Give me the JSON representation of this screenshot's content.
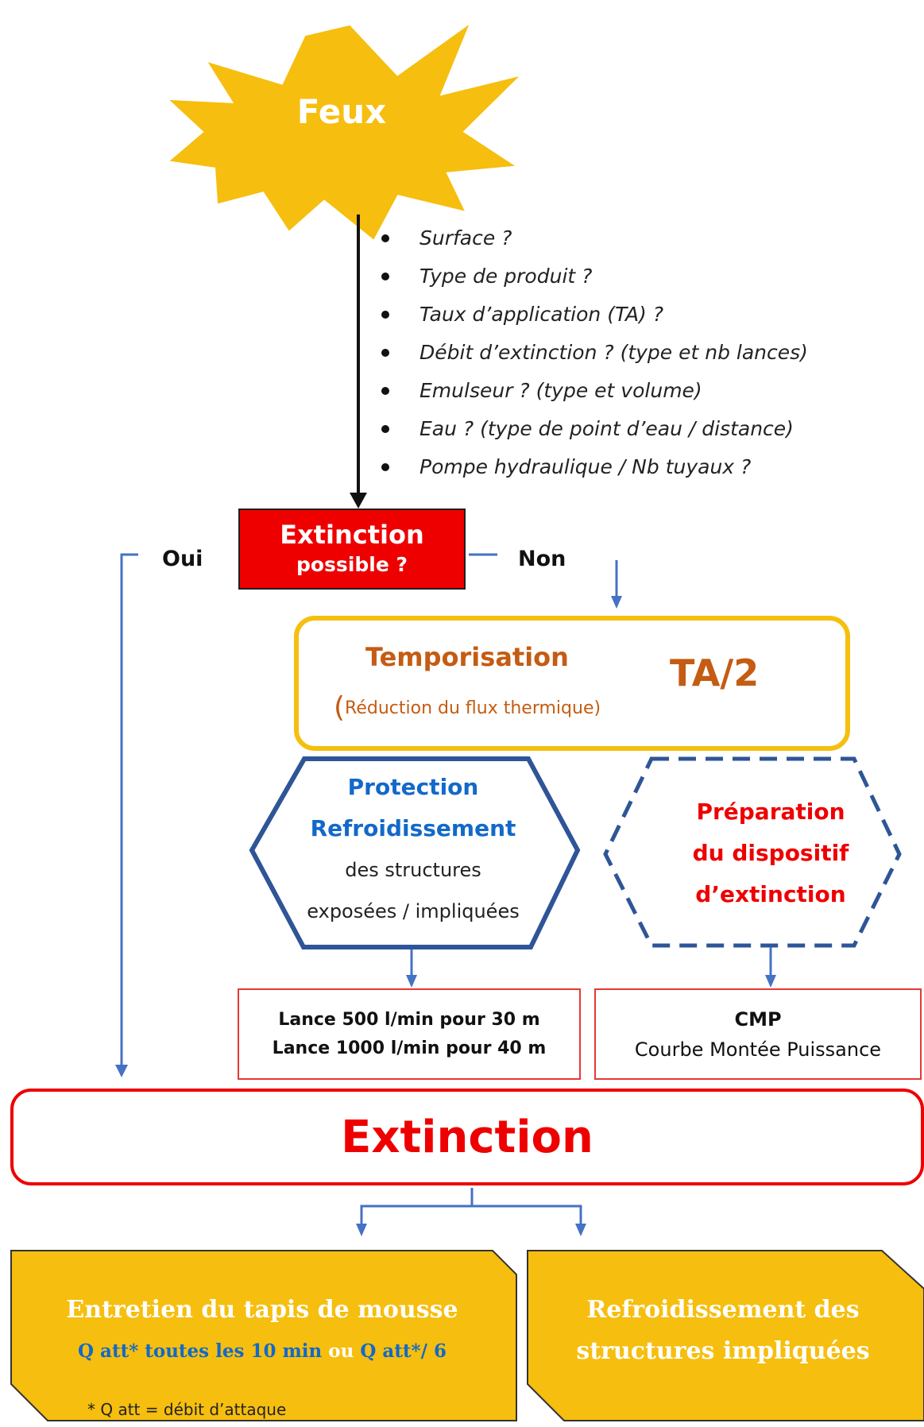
{
  "fire": {
    "label": "Feux"
  },
  "questions": [
    "Surface ?",
    "Type de produit  ?",
    "Taux d’application (TA) ?",
    "Débit d’extinction ? (type et nb lances)",
    "Emulseur ? (type et volume)",
    "Eau ?  (type de point d’eau / distance)",
    "Pompe hydraulique / Nb tuyaux ?"
  ],
  "decision": {
    "line1": "Extinction",
    "line2": "possible ?",
    "yes": "Oui",
    "no": "Non"
  },
  "temporisation": {
    "title": "Temporisation",
    "ratio": "TA/2",
    "paren": "(",
    "subtitle": "Réduction du flux thermique)"
  },
  "protection": {
    "line1": "Protection",
    "line2": "Refroidissement",
    "line3": "des structures",
    "line4": "exposées / impliquées"
  },
  "preparation": {
    "line1": "Préparation",
    "line2": "du dispositif",
    "line3": "d’extinction"
  },
  "lances": {
    "line1": "Lance 500 l/min pour 30 m",
    "line2": "Lance 1000 l/min pour 40 m"
  },
  "cmp": {
    "title": "CMP",
    "subtitle": "Courbe Montée Puissance"
  },
  "extinction": {
    "label": "Extinction"
  },
  "entretien": {
    "title": "Entretien du tapis de mousse",
    "q1": "Q att* toutes les 10 min",
    "or": " ou ",
    "q2": "Q att*/ 6"
  },
  "refroidissement": {
    "line1": "Refroidissement des",
    "line2": "structures impliquées"
  },
  "footnote": "* Q att = débit d’attaque",
  "colors": {
    "burst": "#f6be0e",
    "decision_red": "#ee0000",
    "orange_border": "#f5bf0f",
    "brown_text": "#c45c13",
    "blue_hex": "#2e5597",
    "blue_text": "#1269c9",
    "arrow_blue": "#4472c4",
    "bottom_fill": "#f6be0e"
  }
}
